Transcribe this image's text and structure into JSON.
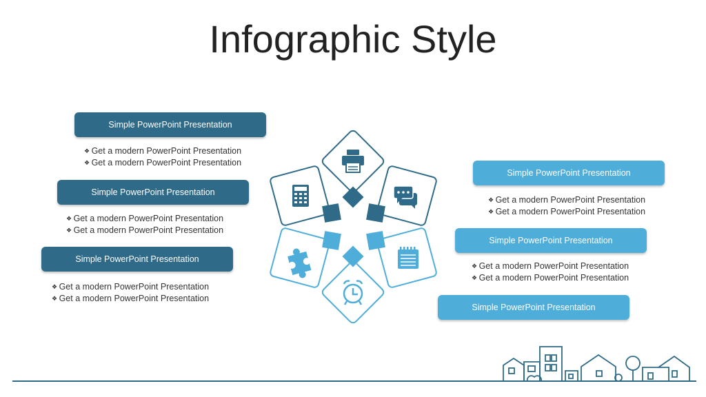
{
  "title": "Infographic Style",
  "colors": {
    "dark": "#2f6b88",
    "light": "#4fadd9"
  },
  "left": [
    {
      "label": "Simple PowerPoint Presentation",
      "bullets": [
        "Get a modern PowerPoint Presentation",
        "Get a modern PowerPoint Presentation"
      ]
    },
    {
      "label": "Simple PowerPoint Presentation",
      "bullets": [
        "Get a modern PowerPoint Presentation",
        "Get a modern PowerPoint Presentation"
      ]
    },
    {
      "label": "Simple PowerPoint Presentation",
      "bullets": [
        "Get a modern PowerPoint Presentation",
        "Get a modern PowerPoint Presentation"
      ]
    }
  ],
  "right": [
    {
      "label": "Simple PowerPoint Presentation",
      "bullets": [
        "Get a modern PowerPoint Presentation",
        "Get a modern PowerPoint Presentation"
      ]
    },
    {
      "label": "Simple PowerPoint Presentation",
      "bullets": [
        "Get a modern PowerPoint Presentation",
        "Get a modern PowerPoint Presentation"
      ]
    },
    {
      "label": "Simple PowerPoint Presentation"
    }
  ],
  "icons": [
    "printer-icon",
    "chat-icon",
    "calendar-icon",
    "alarm-clock-icon",
    "puzzle-icon",
    "calculator-icon"
  ]
}
